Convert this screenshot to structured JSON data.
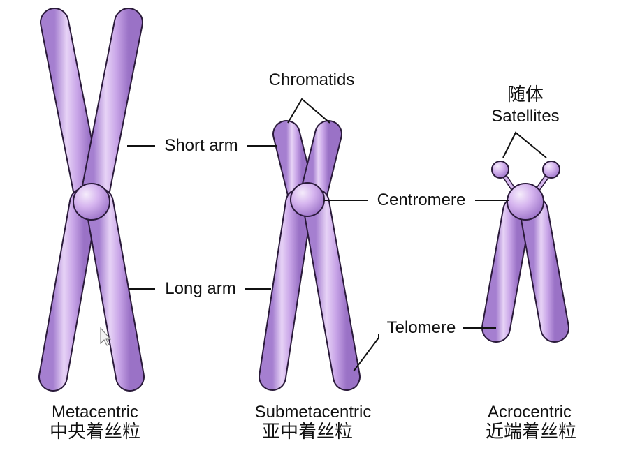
{
  "colors": {
    "chromatid": "#c59ee6",
    "chromatid_edge": "#2a1a3a",
    "centromere": "#d8b8f0",
    "highlight": "#f3e6fb"
  },
  "labels": {
    "chromatids": "Chromatids",
    "short_arm": "Short arm",
    "long_arm": "Long arm",
    "centromere": "Centromere",
    "telomere": "Telomere",
    "satellites_zh": "随体",
    "satellites_en": "Satellites"
  },
  "types": [
    {
      "en": "Metacentric",
      "zh": "中央着丝粒"
    },
    {
      "en": "Submetacentric",
      "zh": "亚中着丝粒"
    },
    {
      "en": "Acrocentric",
      "zh": "近端着丝粒"
    }
  ]
}
